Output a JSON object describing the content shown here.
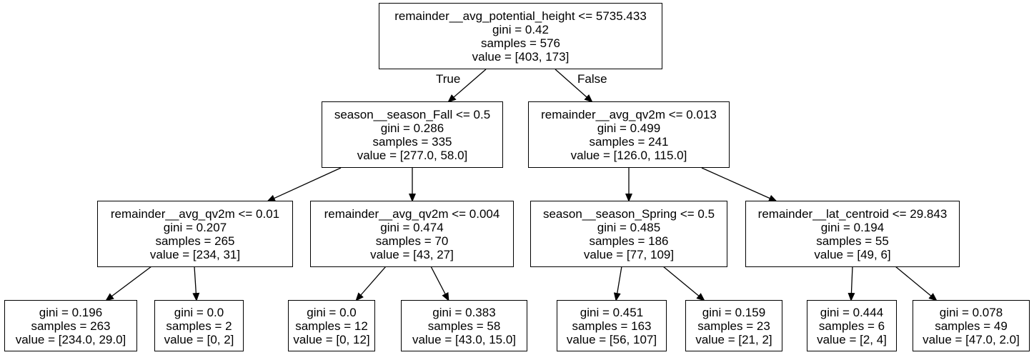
{
  "tree": {
    "edge_labels": {
      "true_label": "True",
      "false_label": "False"
    },
    "nodes": [
      {
        "id": "root",
        "lines": [
          "remainder__avg_potential_height <= 5735.433",
          "gini = 0.42",
          "samples = 576",
          "value = [403, 173]"
        ]
      },
      {
        "id": "n1",
        "lines": [
          "season__season_Fall <= 0.5",
          "gini = 0.286",
          "samples = 335",
          "value = [277.0, 58.0]"
        ]
      },
      {
        "id": "n2",
        "lines": [
          "remainder__avg_qv2m <= 0.013",
          "gini = 0.499",
          "samples = 241",
          "value = [126.0, 115.0]"
        ]
      },
      {
        "id": "n3",
        "lines": [
          "remainder__avg_qv2m <= 0.01",
          "gini = 0.207",
          "samples = 265",
          "value = [234, 31]"
        ]
      },
      {
        "id": "n4",
        "lines": [
          "remainder__avg_qv2m <= 0.004",
          "gini = 0.474",
          "samples = 70",
          "value = [43, 27]"
        ]
      },
      {
        "id": "n5",
        "lines": [
          "season__season_Spring <= 0.5",
          "gini = 0.485",
          "samples = 186",
          "value = [77, 109]"
        ]
      },
      {
        "id": "n6",
        "lines": [
          "remainder__lat_centroid <= 29.843",
          "gini = 0.194",
          "samples = 55",
          "value = [49, 6]"
        ]
      },
      {
        "id": "l1",
        "lines": [
          "gini = 0.196",
          "samples = 263",
          "value = [234.0, 29.0]"
        ]
      },
      {
        "id": "l2",
        "lines": [
          "gini = 0.0",
          "samples = 2",
          "value = [0, 2]"
        ]
      },
      {
        "id": "l3",
        "lines": [
          "gini = 0.0",
          "samples = 12",
          "value = [0, 12]"
        ]
      },
      {
        "id": "l4",
        "lines": [
          "gini = 0.383",
          "samples = 58",
          "value = [43.0, 15.0]"
        ]
      },
      {
        "id": "l5",
        "lines": [
          "gini = 0.451",
          "samples = 163",
          "value = [56, 107]"
        ]
      },
      {
        "id": "l6",
        "lines": [
          "gini = 0.159",
          "samples = 23",
          "value = [21, 2]"
        ]
      },
      {
        "id": "l7",
        "lines": [
          "gini = 0.444",
          "samples = 6",
          "value = [2, 4]"
        ]
      },
      {
        "id": "l8",
        "lines": [
          "gini = 0.078",
          "samples = 49",
          "value = [47.0, 2.0]"
        ]
      }
    ]
  }
}
